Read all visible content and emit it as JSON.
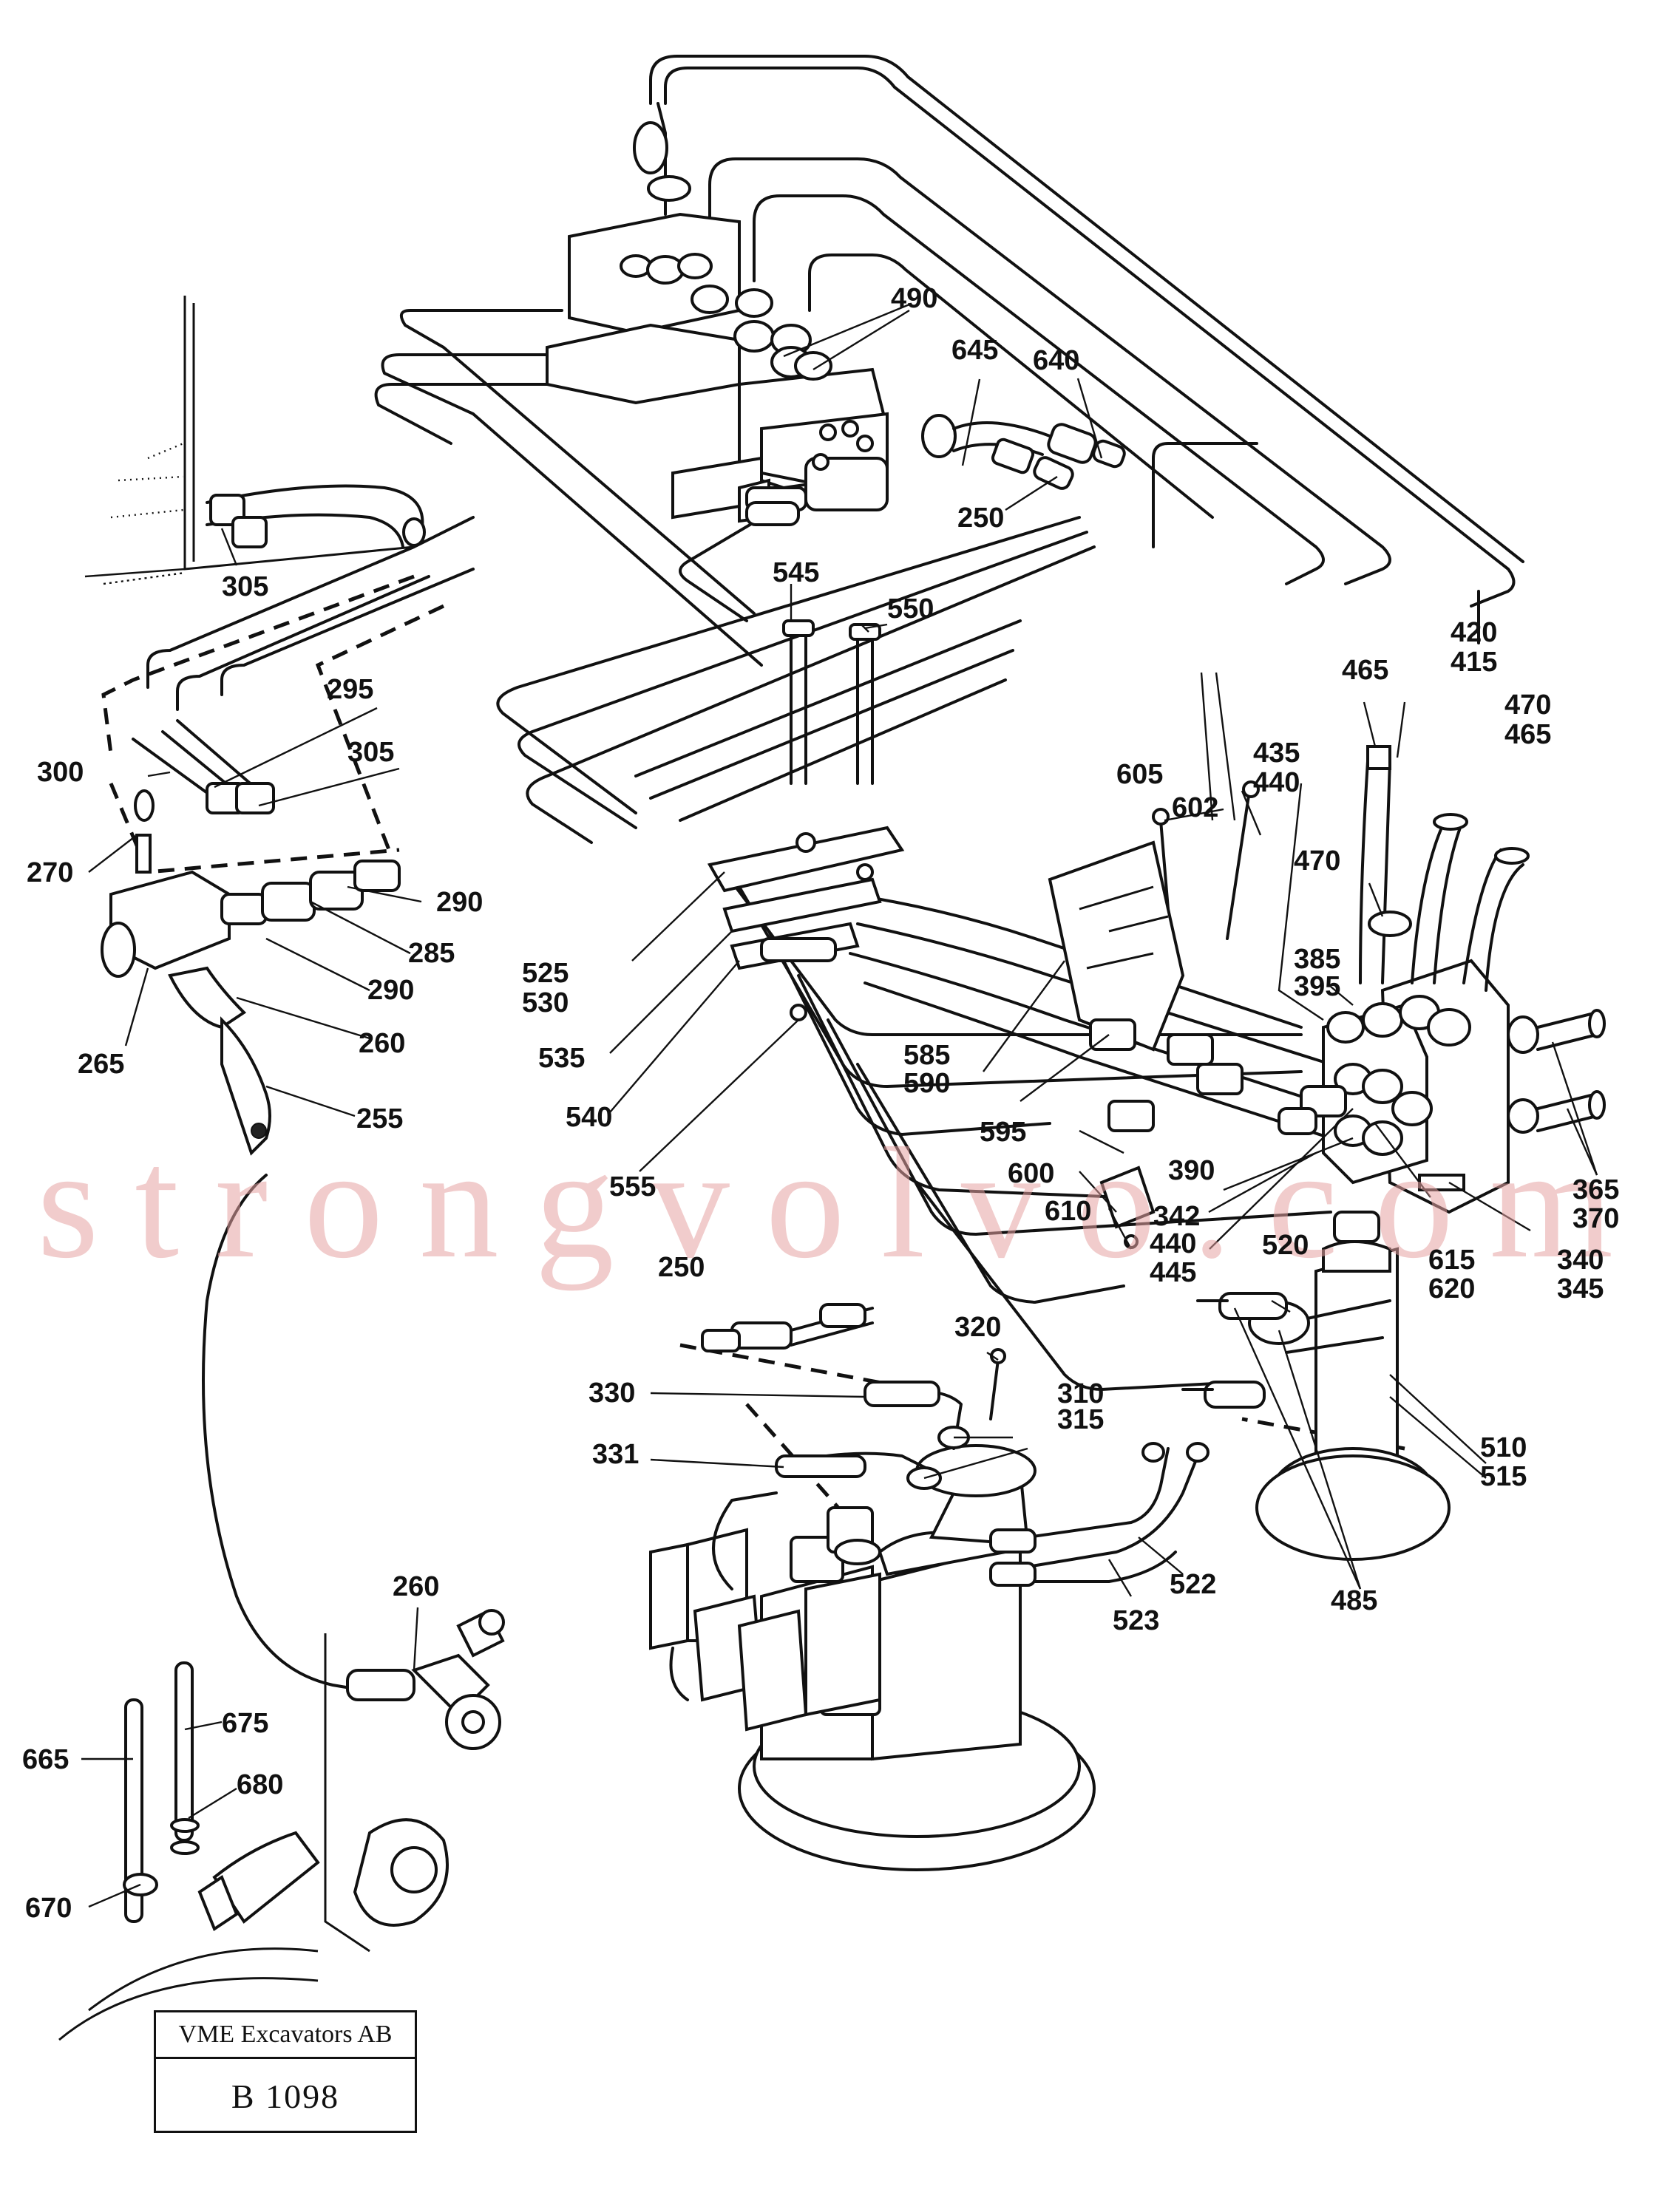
{
  "diagram": {
    "part_labels": {
      "p490": "490",
      "p645": "645",
      "p640": "640",
      "p250a": "250",
      "p305a": "305",
      "p545": "545",
      "p550": "550",
      "p420": "420",
      "p415": "415",
      "p465a": "465",
      "p470a": "470",
      "p465b": "465",
      "p295": "295",
      "p300": "300",
      "p305b": "305",
      "p270": "270",
      "p290a": "290",
      "p285": "285",
      "p290b": "290",
      "p265": "265",
      "p260a": "260",
      "p255": "255",
      "p525": "525",
      "p530": "530",
      "p535": "535",
      "p540": "540",
      "p555": "555",
      "p605": "605",
      "p602": "602",
      "p435": "435",
      "p440a": "440",
      "p470b": "470",
      "p385": "385",
      "p395": "395",
      "p585": "585",
      "p590": "590",
      "p595": "595",
      "p600": "600",
      "p610": "610",
      "p390": "390",
      "p342": "342",
      "p440b": "440",
      "p445": "445",
      "p615": "615",
      "p620": "620",
      "p340": "340",
      "p345": "345",
      "p365": "365",
      "p370": "370",
      "p520": "520",
      "p250b": "250",
      "p320": "320",
      "p330": "330",
      "p310": "310",
      "p315": "315",
      "p331": "331",
      "p510": "510",
      "p515": "515",
      "p485": "485",
      "p522": "522",
      "p523": "523",
      "p260b": "260",
      "p675": "675",
      "p665": "665",
      "p680": "680",
      "p670": "670"
    },
    "watermark": "strongvolvo.com",
    "stamp": {
      "company": "VME Excavators AB",
      "drawing_no": "B 1098"
    }
  }
}
